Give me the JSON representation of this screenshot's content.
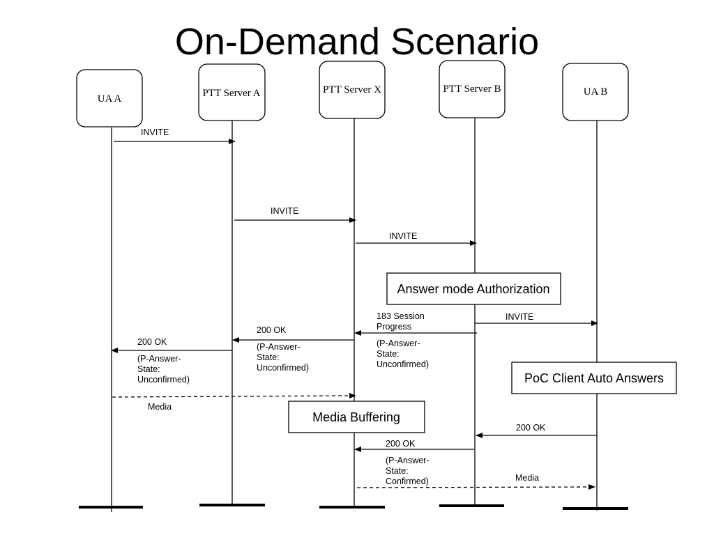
{
  "title": "On-Demand Scenario",
  "entities": [
    "UA A",
    "PTT Server A",
    "PTT Server X",
    "PTT Server B",
    "UA B"
  ],
  "messages": [
    {
      "from": 0,
      "to": 1,
      "label": [
        "INVITE"
      ],
      "style": "solid"
    },
    {
      "from": 1,
      "to": 2,
      "label": [
        "INVITE"
      ],
      "style": "solid"
    },
    {
      "from": 2,
      "to": 3,
      "label": [
        "INVITE"
      ],
      "style": "solid"
    },
    {
      "from": 3,
      "to": 4,
      "label": [
        "INVITE"
      ],
      "style": "solid"
    },
    {
      "from": 3,
      "to": 2,
      "label": [
        "183 Session",
        "Progress"
      ],
      "sublabel": [
        "(P-Answer-",
        "State:",
        "Unconfirmed)"
      ],
      "style": "solid"
    },
    {
      "from": 2,
      "to": 1,
      "label": [
        "200 OK"
      ],
      "sublabel": [
        "(P-Answer-",
        "State:",
        "Unconfirmed)"
      ],
      "style": "solid"
    },
    {
      "from": 1,
      "to": 0,
      "label": [
        "200 OK"
      ],
      "sublabel": [
        "(P-Answer-",
        "State:",
        "Unconfirmed)"
      ],
      "style": "solid"
    },
    {
      "from": 0,
      "to": 2,
      "label": [
        "Media"
      ],
      "style": "dashed"
    },
    {
      "from": 4,
      "to": 3,
      "label": [
        "200 OK"
      ],
      "style": "solid"
    },
    {
      "from": 3,
      "to": 2,
      "label": [
        "200 OK"
      ],
      "sublabel": [
        "(P-Answer-",
        "State:",
        "Confirmed)"
      ],
      "style": "solid"
    },
    {
      "from": 2,
      "to": 4,
      "label": [
        "Media"
      ],
      "style": "dashed"
    }
  ],
  "notes": [
    "Answer mode Authorization",
    "PoC Client Auto Answers",
    "Media Buffering"
  ]
}
